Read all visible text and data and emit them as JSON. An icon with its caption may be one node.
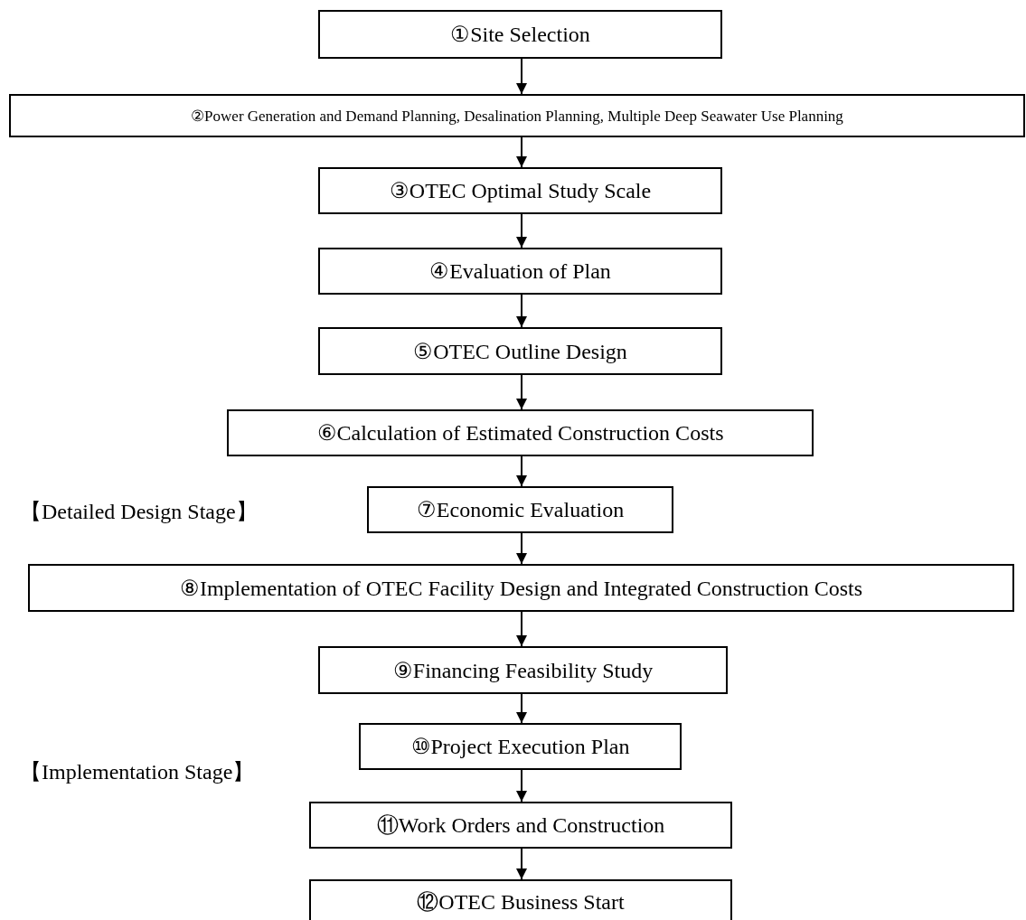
{
  "diagram": {
    "nodes": [
      {
        "text": [
          "①Site Selection"
        ]
      },
      {
        "text": [
          "②Power Generation and Demand Planning, Desalination Planning, Multiple Deep Seawater Use Planning"
        ]
      },
      {
        "text": [
          "③OTEC Optimal Study Scale"
        ]
      },
      {
        "text": [
          "④Evaluation of Plan"
        ]
      },
      {
        "text": [
          "⑤OTEC Outline Design"
        ]
      },
      {
        "text": [
          "⑥Calculation of Estimated Construction Costs"
        ]
      },
      {
        "text": [
          "⑦Economic Evaluation"
        ]
      },
      {
        "text": [
          "⑧Implementation of OTEC Facility Design and Integrated Construction Costs"
        ]
      },
      {
        "text": [
          "⑨Financing Feasibility Study"
        ]
      },
      {
        "text": [
          "⑩Project Execution Plan"
        ]
      },
      {
        "text": [
          "⑪Work Orders and Construction"
        ]
      },
      {
        "text": [
          "⑫OTEC Business Start"
        ]
      }
    ],
    "edges": [
      {
        "from": 0,
        "to": 1,
        "arrow": "to"
      },
      {
        "from": 1,
        "to": 2,
        "arrow": "to"
      },
      {
        "from": 2,
        "to": 3,
        "arrow": "to"
      },
      {
        "from": 3,
        "to": 4,
        "arrow": "to"
      },
      {
        "from": 4,
        "to": 5,
        "arrow": "to"
      },
      {
        "from": 5,
        "to": 6,
        "arrow": "to"
      },
      {
        "from": 6,
        "to": 7,
        "arrow": "to"
      },
      {
        "from": 7,
        "to": 8,
        "arrow": "to"
      },
      {
        "from": 8,
        "to": 9,
        "arrow": "to"
      },
      {
        "from": 9,
        "to": 10,
        "arrow": "to"
      },
      {
        "from": 10,
        "to": 11,
        "arrow": "to"
      }
    ],
    "labels": [
      "【Detailed Design Stage】",
      "【Implementation Stage】"
    ]
  }
}
